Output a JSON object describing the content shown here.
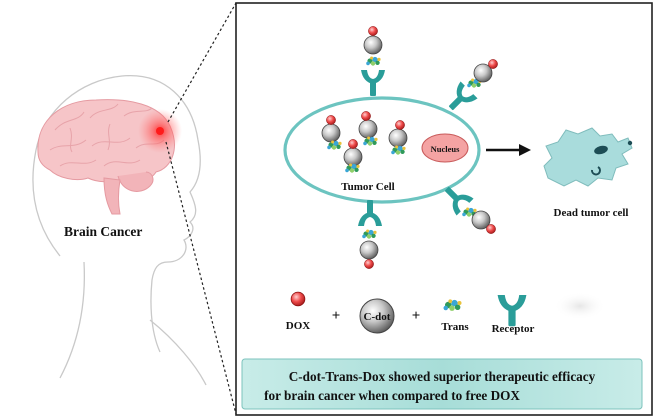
{
  "left_panel": {
    "label": "Brain Cancer"
  },
  "diagram": {
    "tumor_label": "Tumor Cell",
    "nucleus_label": "Nucleus",
    "dead_label": "Dead tumor cell"
  },
  "legend": {
    "plus": "+",
    "dox": "DOX",
    "cdot": "C-dot",
    "trans": "Trans",
    "receptor": "Receptor"
  },
  "caption": {
    "line1": "C-dot-Trans-Dox showed superior therapeutic efficacy",
    "line2": "for brain cancer when compared to free DOX"
  },
  "colors": {
    "cell_border": "#6cc4c0",
    "receptor": "#2a9d99",
    "dox_red": "#e8333a",
    "nucleus_fill": "#f4a3a3",
    "dead_cell": "#a9dcdc",
    "caption_bg": "#aee1dc"
  }
}
